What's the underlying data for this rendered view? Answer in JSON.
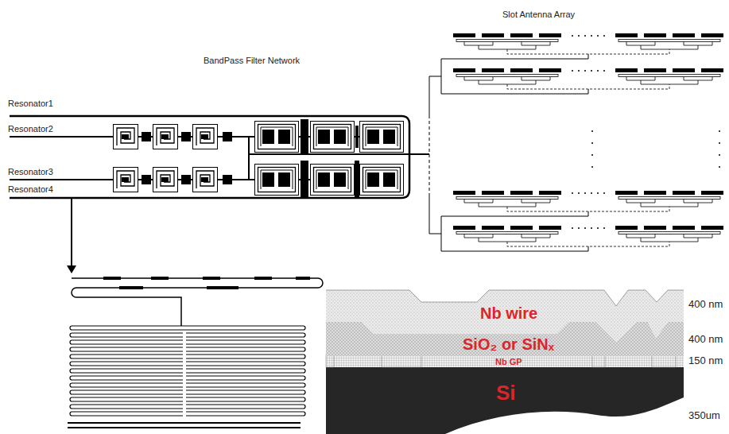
{
  "diagram": {
    "nodes": [
      {
        "text": [
          "Nb wire"
        ]
      },
      {
        "text": [
          "SiO₂ or SiNₓ"
        ]
      },
      {
        "text": [
          "Nb GP"
        ]
      },
      {
        "text": [
          "Si"
        ]
      }
    ],
    "labels": [
      "Slot Antenna Array",
      "BandPass Filter Network",
      "Resonator1",
      "Resonator2",
      "Resonator3",
      "Resonator4",
      "400 nm",
      "400 nm",
      "150 nm",
      "350um"
    ]
  }
}
